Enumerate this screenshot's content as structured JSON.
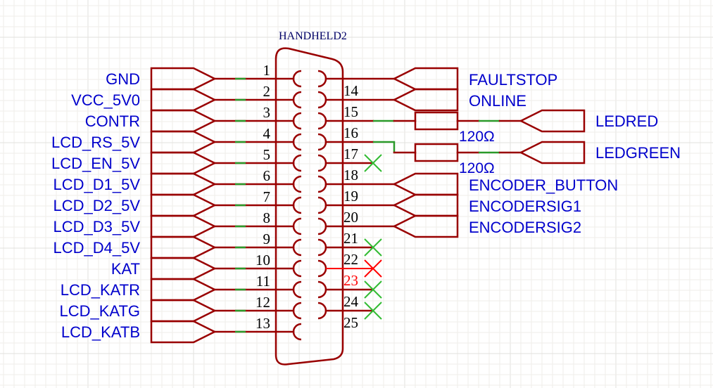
{
  "component": {
    "name": "HANDHELD2",
    "type": "DB25 connector"
  },
  "left_pins": [
    {
      "pin": "1",
      "net": "GND"
    },
    {
      "pin": "2",
      "net": "VCC_5V0"
    },
    {
      "pin": "3",
      "net": "CONTR"
    },
    {
      "pin": "4",
      "net": "LCD_RS_5V"
    },
    {
      "pin": "5",
      "net": "LCD_EN_5V"
    },
    {
      "pin": "6",
      "net": "LCD_D1_5V"
    },
    {
      "pin": "7",
      "net": "LCD_D2_5V"
    },
    {
      "pin": "8",
      "net": "LCD_D3_5V"
    },
    {
      "pin": "9",
      "net": "LCD_D4_5V"
    },
    {
      "pin": "10",
      "net": "KAT"
    },
    {
      "pin": "11",
      "net": "LCD_KATR"
    },
    {
      "pin": "12",
      "net": "LCD_KATG"
    },
    {
      "pin": "13",
      "net": "LCD_KATB"
    }
  ],
  "right_pins": [
    {
      "pin": "14",
      "net": "FAULTSTOP",
      "kind": "flag"
    },
    {
      "pin": "15",
      "net": "ONLINE",
      "kind": "flag"
    },
    {
      "pin": "16",
      "net": "LEDRED",
      "kind": "resistor",
      "resistor_value": "120Ω"
    },
    {
      "pin": "17",
      "net": "LEDGREEN",
      "kind": "resistor",
      "resistor_value": "120Ω"
    },
    {
      "pin": "18",
      "net": "",
      "kind": "no-connect"
    },
    {
      "pin": "19",
      "net": "ENCODER_BUTTON",
      "kind": "flag"
    },
    {
      "pin": "20",
      "net": "ENCODERSIG1",
      "kind": "flag"
    },
    {
      "pin": "21",
      "net": "ENCODERSIG2",
      "kind": "flag"
    },
    {
      "pin": "22",
      "net": "",
      "kind": "no-connect"
    },
    {
      "pin": "23",
      "net": "",
      "kind": "no-connect-error"
    },
    {
      "pin": "24",
      "net": "",
      "kind": "no-connect"
    },
    {
      "pin": "25",
      "net": "",
      "kind": "no-connect"
    }
  ],
  "colors": {
    "wire": "#990000",
    "net_label": "#0000cc",
    "connection_marker": "#2a9a2a",
    "error": "#ff0000",
    "part_name": "#000066",
    "grid": "#efedea"
  }
}
